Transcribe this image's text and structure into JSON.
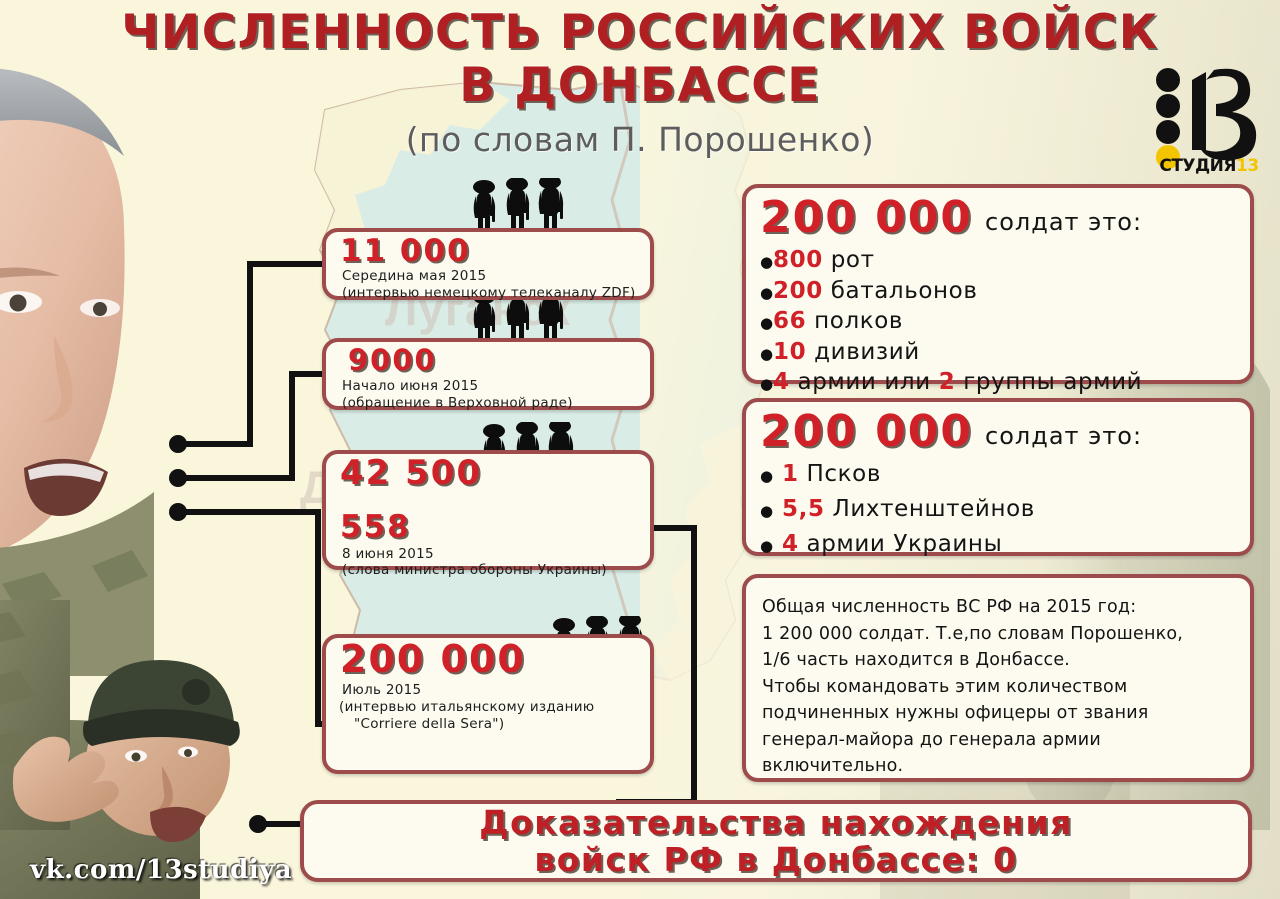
{
  "title": {
    "line1": "ЧИСЛЕННОСТЬ РОССИЙСКИХ ВОЙСК",
    "line2": "В ДОНБАССЕ",
    "subtitle": "(по словам П. Порошенко)"
  },
  "logo": {
    "mark": "13",
    "word": "СТУДИЯ",
    "word_accent": "13",
    "dot_colors": [
      "#111111",
      "#111111",
      "#111111",
      "#f2c500"
    ]
  },
  "map": {
    "labels": [
      {
        "name": "Луганск",
        "text": "Луганск"
      },
      {
        "name": "Донецк",
        "text": "Донецк"
      }
    ],
    "fill_color": "#d9ece6",
    "land_color": "#faf3d6"
  },
  "timeline_cards": [
    {
      "id": "card-11000",
      "value": "11 000",
      "date": "Середина мая 2015",
      "source": "(интервью немецкому телеканалу ZDF)",
      "icons": [
        "soldier",
        "soldier",
        "soldier"
      ]
    },
    {
      "id": "card-9000",
      "value": "9000",
      "date": "Начало июня 2015",
      "source": "(обращение в Верховной раде)",
      "icons": [
        "soldier",
        "soldier",
        "soldier"
      ]
    },
    {
      "id": "card-42500",
      "value": "42 500",
      "value2": "558",
      "date": "8 июня 2015",
      "source": "(слова министра обороны Украины)",
      "icons": [
        "soldier",
        "soldier",
        "soldier",
        "tank"
      ]
    },
    {
      "id": "card-200000",
      "value": "200 000",
      "date": "Июль 2015",
      "source": "(интервью итальянскому изданию",
      "source2": "\"Corriere della Sera\")",
      "icons": [
        "soldier",
        "soldier",
        "soldier"
      ]
    }
  ],
  "right_cards": [
    {
      "id": "card-r1",
      "headline_number": "200 000",
      "headline_suffix": "солдат это:",
      "items": [
        {
          "value": "800",
          "label": "рот"
        },
        {
          "value": "200",
          "label": "батальонов"
        },
        {
          "value": "66",
          "label": "полков"
        },
        {
          "value": "10",
          "label": "дивизий"
        },
        {
          "value": "4",
          "label": "армии или",
          "value2": "2",
          "label2": "группы армий"
        }
      ]
    },
    {
      "id": "card-r2",
      "headline_number": "200 000",
      "headline_suffix": "солдат это:",
      "items": [
        {
          "value": "1",
          "label": "Псков"
        },
        {
          "value": "5,5",
          "label": "Лихтенштейнов"
        },
        {
          "value": "4",
          "label": "армии Украины"
        }
      ]
    }
  ],
  "note_card": {
    "id": "card-r3",
    "lines": [
      "Общая численность ВС РФ на 2015 год:",
      "1 200 000 солдат. Т.е,по словам Порошенко,",
      "1/6 часть находится в Донбассе.",
      "Чтобы командовать этим количеством",
      "подчиненных нужны офицеры от звания",
      "генерал-майора до генерала армии включительно."
    ]
  },
  "banner": {
    "line1": "Доказательства нахождения",
    "line2": "войск РФ в Донбассе: 0"
  },
  "watermark": "vk.com/13studiya",
  "colors": {
    "red": "#cf2127",
    "dark_red_border": "#9d4b4b",
    "title_red": "#b01f22",
    "card_bg": "#fdfbf0",
    "page_bg": "#faf6dc",
    "text": "#141414",
    "subtitle_gray": "#5d5d5d",
    "logo_yellow": "#f2c500"
  }
}
